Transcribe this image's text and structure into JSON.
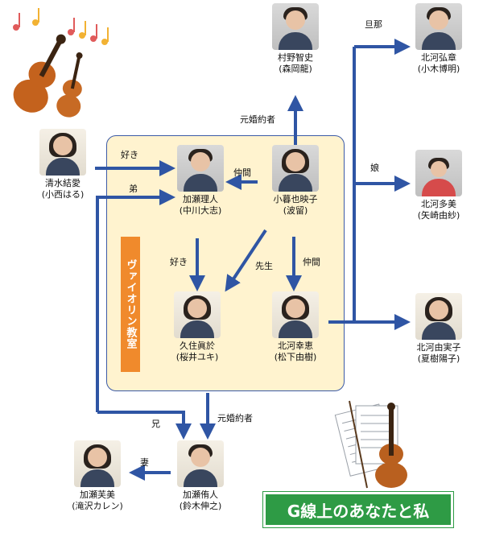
{
  "banner": "ヴァイオリン教室",
  "title": "G線上のあなたと私",
  "people": {
    "murano": [
      "村野智史",
      "(森岡龍)"
    ],
    "kitagawa_hiroaki": [
      "北河弘章",
      "(小木博明)"
    ],
    "kitagawa_tami": [
      "北河多美",
      "(矢崎由紗)"
    ],
    "kitagawa_yumiko": [
      "北河由実子",
      "(夏樹陽子)"
    ],
    "shimizu": [
      "清水結愛",
      "(小西はる)"
    ],
    "kase_rihito": [
      "加瀬理人",
      "(中川大志)"
    ],
    "kogure": [
      "小暮也映子",
      "(波留)"
    ],
    "kusumi": [
      "久住眞於",
      "(桜井ユキ)"
    ],
    "kitagawa_yukie": [
      "北河幸恵",
      "(松下由樹)"
    ],
    "kase_yoshimi": [
      "加瀬芙美",
      "(滝沢カレン)"
    ],
    "kase_yuujin": [
      "加瀬侑人",
      "(鈴木伸之)"
    ]
  },
  "relations": {
    "danna": "旦那",
    "musume": "娘",
    "motokon_top": "元婚約者",
    "suki_top": "好き",
    "otouto": "弟",
    "nakama_left": "仲間",
    "suki_mid": "好き",
    "sensei": "先生",
    "nakama_down": "仲間",
    "motokon_bottom": "元婚約者",
    "ani": "兄",
    "tsuma": "妻"
  }
}
